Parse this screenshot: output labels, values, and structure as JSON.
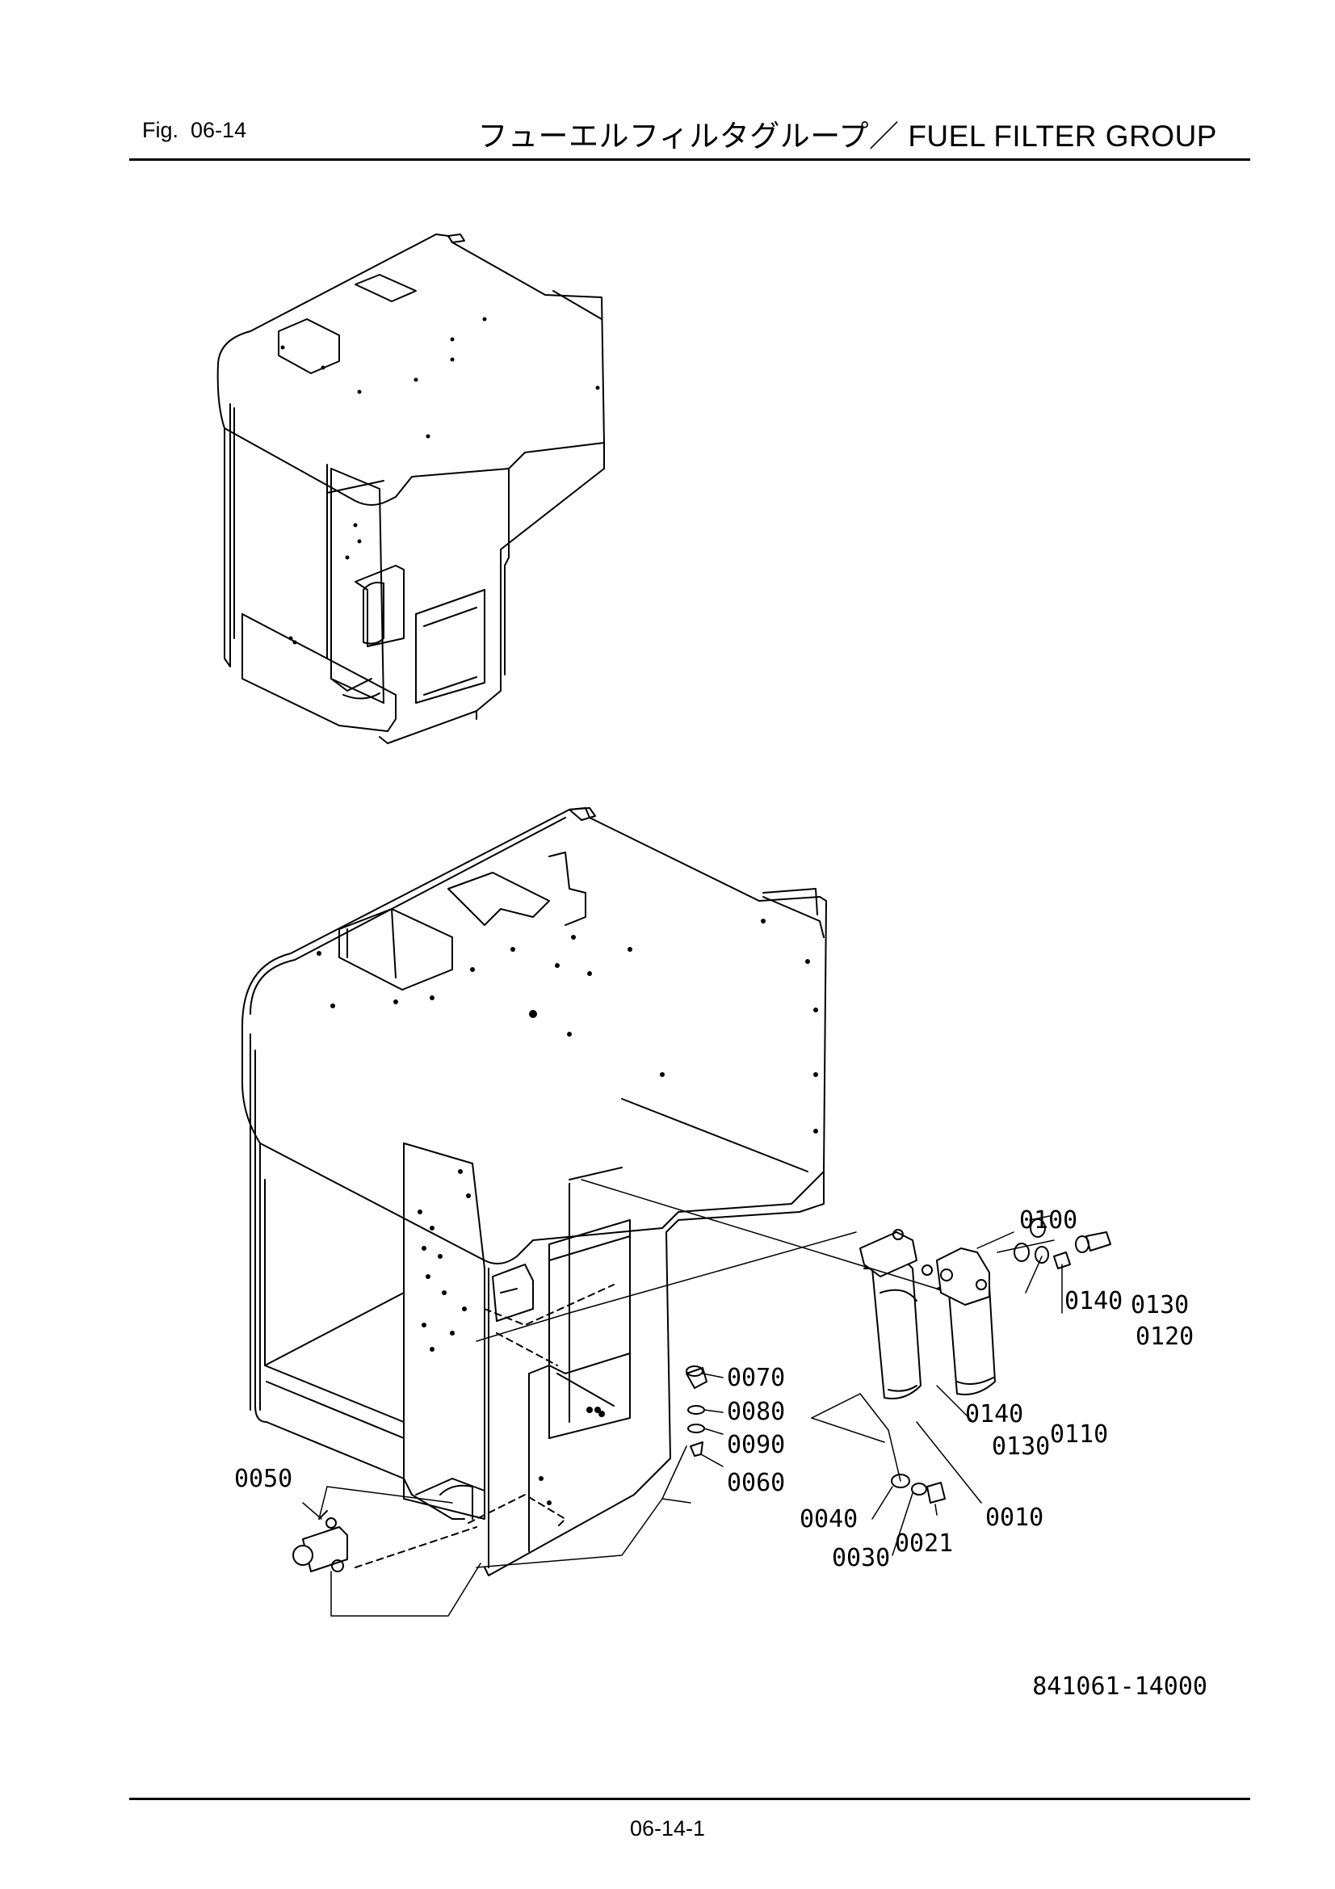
{
  "header": {
    "fig_label": "Fig.",
    "fig_number": "06-14",
    "title": "フューエルフィルタグループ／ FUEL FILTER GROUP"
  },
  "callouts": [
    "0100",
    "0140",
    "0130",
    "0120",
    "0140",
    "0130",
    "0110",
    "0070",
    "0080",
    "0090",
    "0060",
    "0050",
    "0040",
    "0030",
    "0021",
    "0010"
  ],
  "drawing_number": "841061-14000",
  "page_number": "06-14-1"
}
